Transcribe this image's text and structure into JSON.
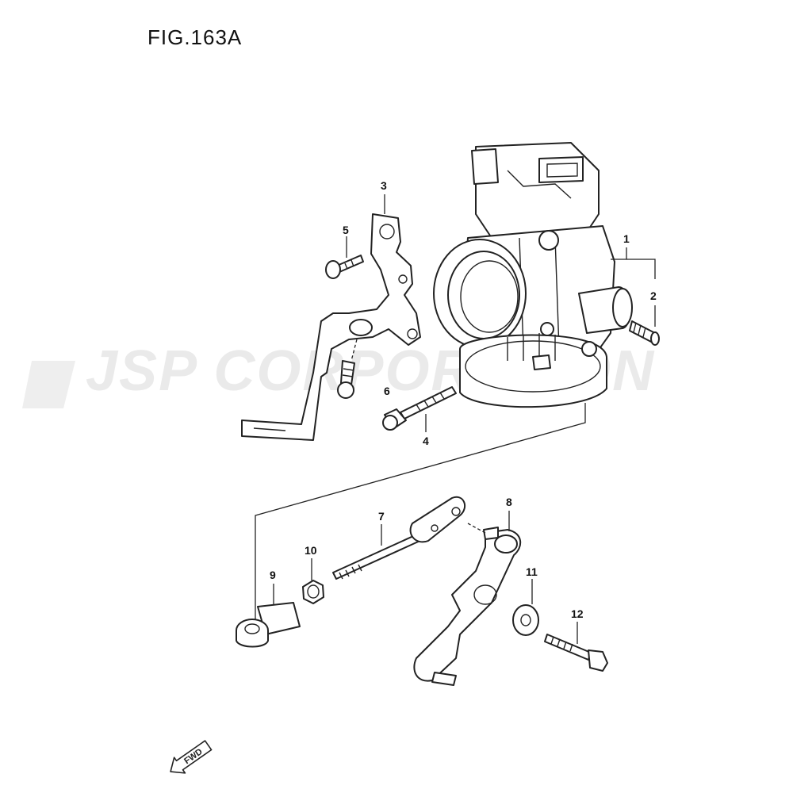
{
  "figure": {
    "title": "FIG.163A"
  },
  "watermark": {
    "text": "JSP CORPORATION"
  },
  "callouts": [
    {
      "id": "1",
      "label": "1"
    },
    {
      "id": "2",
      "label": "2"
    },
    {
      "id": "3",
      "label": "3"
    },
    {
      "id": "4",
      "label": "4"
    },
    {
      "id": "5",
      "label": "5"
    },
    {
      "id": "6",
      "label": "6"
    },
    {
      "id": "7",
      "label": "7"
    },
    {
      "id": "8",
      "label": "8"
    },
    {
      "id": "9",
      "label": "9"
    },
    {
      "id": "10",
      "label": "10"
    },
    {
      "id": "11",
      "label": "11"
    },
    {
      "id": "12",
      "label": "12"
    }
  ],
  "direction_marker": {
    "text": "FWD",
    "icon": "fwd-arrow-icon"
  },
  "colors": {
    "line": "#222222",
    "watermark": "#d9d9d9"
  }
}
